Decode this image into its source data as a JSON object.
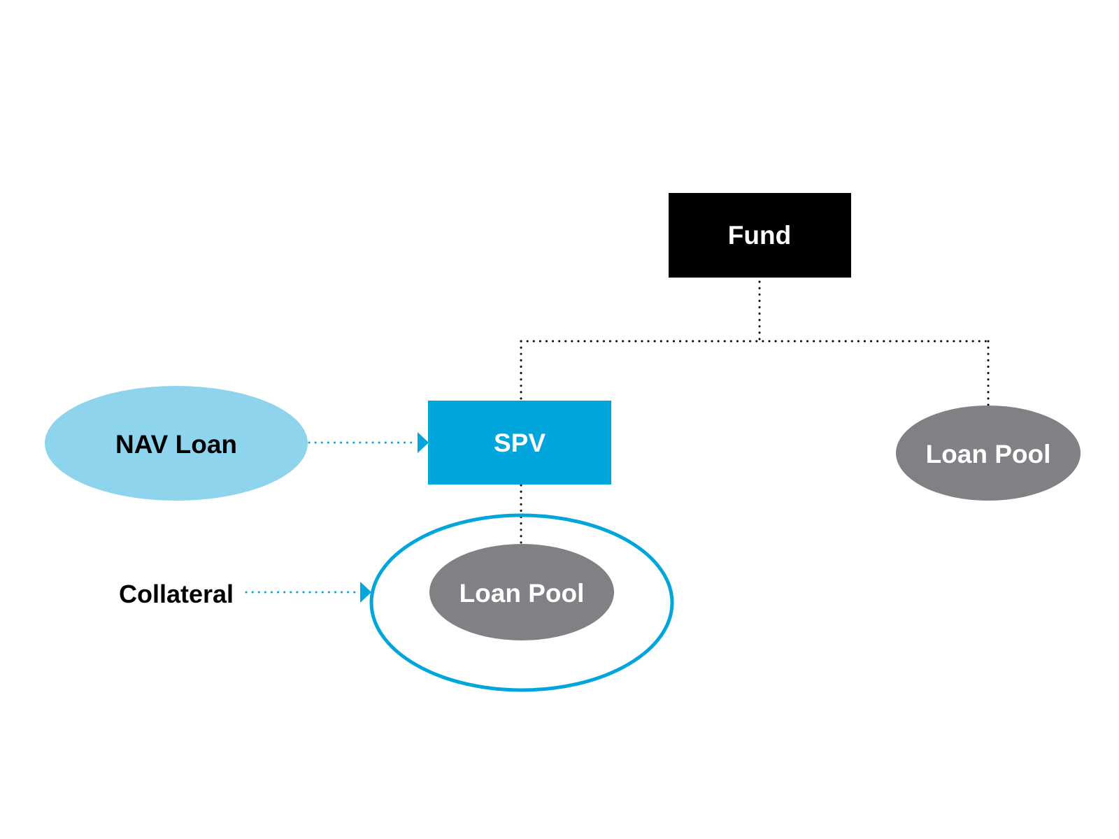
{
  "diagram": {
    "title": "",
    "colors": {
      "fund": "#000000",
      "spv": "#00a5db",
      "nav_loan": "#8fd4ed",
      "loan_pool": "#808184",
      "collateral_ring": "#00a5db",
      "connector_dark": "#000000",
      "connector_blue": "#00a5db",
      "text_light": "#ffffff",
      "text_dark": "#000000"
    },
    "nodes": {
      "fund": {
        "label": "Fund",
        "shape": "rectangle"
      },
      "spv": {
        "label": "SPV",
        "shape": "rectangle"
      },
      "nav_loan": {
        "label": "NAV Loan",
        "shape": "ellipse"
      },
      "loan_pool_spv": {
        "label": "Loan Pool",
        "shape": "ellipse"
      },
      "loan_pool_fund": {
        "label": "Loan Pool",
        "shape": "ellipse"
      }
    },
    "annotations": {
      "collateral": {
        "label": "Collateral"
      }
    },
    "edges": [
      {
        "from": "fund",
        "to": "spv",
        "style": "dotted",
        "arrow": false
      },
      {
        "from": "fund",
        "to": "loan_pool_fund",
        "style": "dotted",
        "arrow": false
      },
      {
        "from": "spv",
        "to": "loan_pool_spv",
        "style": "dotted",
        "arrow": false
      },
      {
        "from": "nav_loan",
        "to": "spv",
        "style": "dotted",
        "arrow": true
      },
      {
        "from": "collateral",
        "to": "collateral_ring",
        "style": "dotted",
        "arrow": true
      }
    ]
  }
}
